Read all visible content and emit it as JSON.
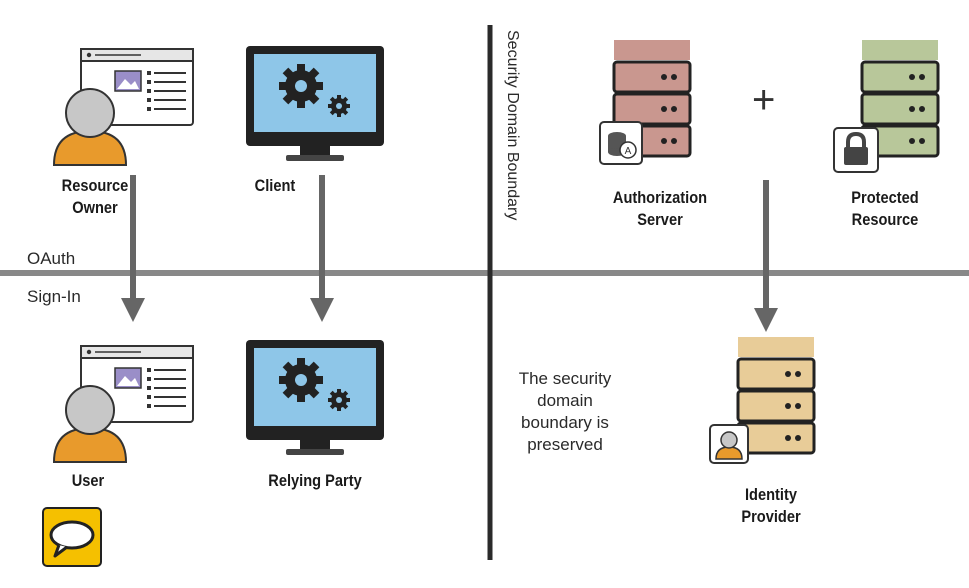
{
  "lanes": {
    "top": "OAuth",
    "bottom": "Sign-In"
  },
  "boundary": {
    "label": "Security Domain Boundary",
    "note": "The security domain boundary is preserved"
  },
  "nodes": {
    "resource_owner": [
      "Resource",
      "Owner"
    ],
    "client": "Client",
    "authorization_server": [
      "Authorization",
      "Server"
    ],
    "protected_resource": [
      "Protected",
      "Resource"
    ],
    "user": "User",
    "relying_party": "Relying Party",
    "identity_provider": [
      "Identity",
      "Provider"
    ]
  },
  "operators": {
    "plus": "+"
  },
  "icons": [
    "browser-window-icon",
    "person-icon",
    "monitor-icon",
    "gears-icon",
    "server-icon",
    "database-badge-icon",
    "lock-badge-icon",
    "person-badge-icon",
    "speech-bubble-icon"
  ],
  "colors": {
    "person": "#e89a2c",
    "person_head": "#c7c7c7",
    "monitor_screen": "#8ec6e8",
    "auth_server": "#c9978f",
    "protected_server": "#b8c79a",
    "identity_server": "#e8cc98",
    "divider": "#888888",
    "boundary": "#2a2a2a",
    "bubble": "#f5c000"
  }
}
